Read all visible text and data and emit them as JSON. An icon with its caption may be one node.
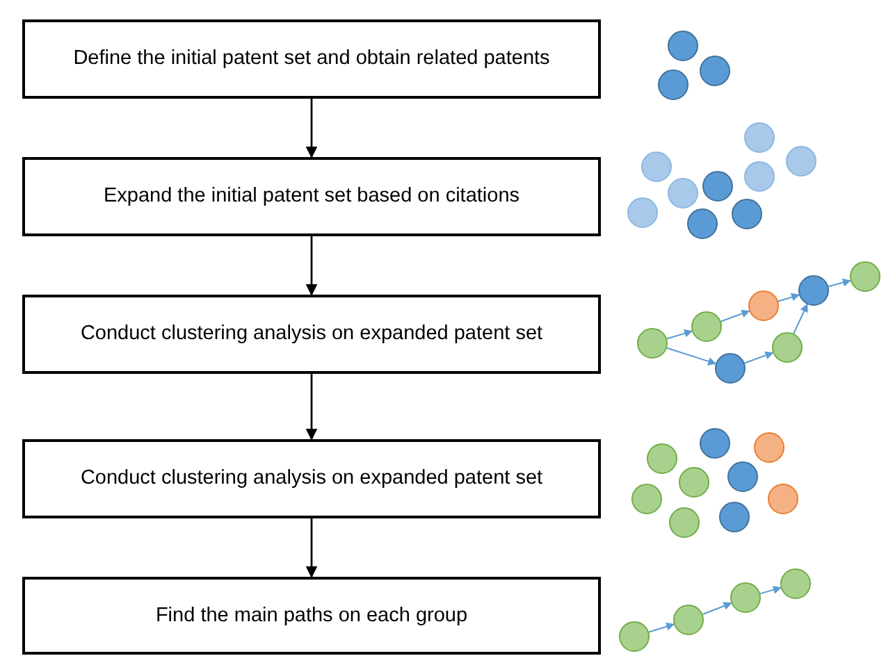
{
  "diagram": {
    "nodes": [
      {
        "text": [
          "Define the initial patent set and obtain related patents"
        ]
      },
      {
        "text": [
          "Expand the initial patent set based on citations"
        ]
      },
      {
        "text": [
          "Conduct clustering analysis on expanded patent set"
        ]
      },
      {
        "text": [
          "Conduct clustering analysis on expanded patent set"
        ]
      },
      {
        "text": [
          "Find the main paths on each group"
        ]
      },
      {
        "text": [],
        "shape": "circle"
      },
      {
        "text": [],
        "shape": "circle"
      },
      {
        "text": [],
        "shape": "circle"
      },
      {
        "text": [],
        "shape": "circle"
      },
      {
        "text": [],
        "shape": "circle"
      },
      {
        "text": [],
        "shape": "circle"
      },
      {
        "text": [],
        "shape": "circle"
      },
      {
        "text": [],
        "shape": "circle"
      },
      {
        "text": [],
        "shape": "circle"
      },
      {
        "text": [],
        "shape": "circle"
      },
      {
        "text": [],
        "shape": "circle"
      },
      {
        "text": [],
        "shape": "circle"
      },
      {
        "text": [],
        "shape": "circle"
      },
      {
        "text": [],
        "shape": "circle"
      },
      {
        "text": [],
        "shape": "circle"
      },
      {
        "text": [],
        "shape": "circle"
      },
      {
        "text": [],
        "shape": "circle"
      },
      {
        "text": [],
        "shape": "circle"
      },
      {
        "text": [],
        "shape": "circle"
      },
      {
        "text": [],
        "shape": "circle"
      },
      {
        "text": [],
        "shape": "circle"
      },
      {
        "text": [],
        "shape": "circle"
      },
      {
        "text": [],
        "shape": "circle"
      },
      {
        "text": [],
        "shape": "circle"
      },
      {
        "text": [],
        "shape": "circle"
      },
      {
        "text": [],
        "shape": "circle"
      },
      {
        "text": [],
        "shape": "circle"
      },
      {
        "text": [],
        "shape": "circle"
      },
      {
        "text": [],
        "shape": "circle"
      },
      {
        "text": [],
        "shape": "circle"
      },
      {
        "text": [],
        "shape": "circle"
      },
      {
        "text": [],
        "shape": "circle"
      }
    ],
    "edges": [
      {
        "from": 0,
        "to": 1,
        "arrow": "to",
        "color": "#000000"
      },
      {
        "from": 1,
        "to": 2,
        "arrow": "to",
        "color": "#000000"
      },
      {
        "from": 2,
        "to": 3,
        "arrow": "to",
        "color": "#000000"
      },
      {
        "from": 3,
        "to": 4,
        "arrow": "to",
        "color": "#000000"
      },
      {
        "from": 17,
        "to": 18,
        "arrow": "to"
      },
      {
        "from": 18,
        "to": 20,
        "arrow": "to"
      },
      {
        "from": 20,
        "to": 22,
        "arrow": "to"
      },
      {
        "from": 22,
        "to": 23,
        "arrow": "to"
      },
      {
        "from": 17,
        "to": 19,
        "arrow": "to"
      },
      {
        "from": 19,
        "to": 21,
        "arrow": "to"
      },
      {
        "from": 21,
        "to": 22,
        "arrow": "to"
      },
      {
        "from": 33,
        "to": 34,
        "arrow": "to"
      },
      {
        "from": 34,
        "to": 35,
        "arrow": "to"
      },
      {
        "from": 35,
        "to": 36,
        "arrow": "to"
      }
    ]
  }
}
